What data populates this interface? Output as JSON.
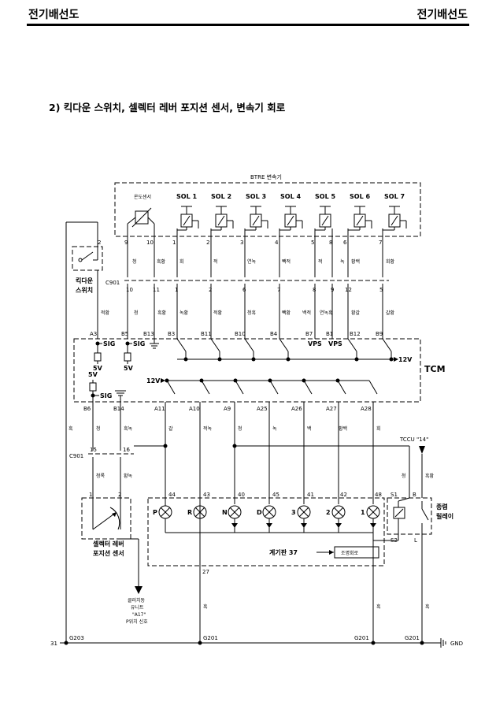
{
  "header": {
    "left": "전기배선도",
    "right": "전기배선도"
  },
  "section_title": "2) 킥다운 스위치, 셀렉터 레버 포지션 센서, 변속기 회로",
  "transmission": {
    "title": "BTRE 변속기",
    "temp_sensor": "온도센서",
    "solenoids": [
      "SOL 1",
      "SOL 2",
      "SOL 3",
      "SOL 4",
      "SOL 5",
      "SOL 6",
      "SOL 7"
    ],
    "pins": [
      "9",
      "10",
      "1",
      "2",
      "3",
      "4",
      "5",
      "8",
      "6",
      "7"
    ],
    "wire_colors": [
      "청",
      "흑황",
      "회",
      "적",
      "연녹",
      "빽적",
      "적",
      "녹",
      "황백",
      "회황"
    ]
  },
  "kickdown": {
    "label1": "킥다운",
    "label2": "스위치",
    "pin": "2"
  },
  "connector_c901": {
    "label": "C901",
    "pins": [
      "10",
      "11",
      "1",
      "2",
      "6",
      "7",
      "8",
      "9",
      "12",
      "5"
    ],
    "wire_colors": [
      "청",
      "흑황",
      "녹황",
      "적황",
      "청흑",
      "빽황",
      "백적",
      "연녹흑",
      "황갈",
      "갈황"
    ],
    "lower_label": "C901",
    "lower_pins": [
      "15",
      "16"
    ]
  },
  "tcm": {
    "label": "TCM",
    "top_pins": [
      "A3",
      "B5",
      "B13",
      "B3",
      "B11",
      "B10",
      "B4",
      "B7",
      "B1",
      "B12",
      "B9"
    ],
    "sig_labels": [
      "SIG",
      "SIG",
      "SIG"
    ],
    "volt": [
      "5V",
      "5V",
      "5V",
      "12V",
      "12V"
    ],
    "vps": [
      "VPS",
      "VPS"
    ],
    "bottom_pins": [
      "B6",
      "B14",
      "A11",
      "A10",
      "A9",
      "A25",
      "A26",
      "A27",
      "A28"
    ]
  },
  "bottom_wires": [
    "흑",
    "청",
    "흑녹",
    "갈",
    "적녹",
    "청",
    "녹",
    "백",
    "황백",
    "회"
  ],
  "selector_wires": [
    "청록",
    "황녹"
  ],
  "selector_pins": [
    "1",
    "2"
  ],
  "selector_label": [
    "셀렉터 레버",
    "포지션 센서"
  ],
  "cluster": {
    "pins": [
      "44",
      "43",
      "40",
      "45",
      "41",
      "42",
      "48"
    ],
    "lamps": [
      "P",
      "R",
      "N",
      "D",
      "3",
      "2",
      "1"
    ],
    "label": "계기판 37",
    "box": "조명회로",
    "ground_pin": "27"
  },
  "relay": {
    "tccu": "TCCU \"14\"",
    "pins": [
      "S1",
      "B",
      "S2",
      "L"
    ],
    "wires": [
      "청",
      "흑황"
    ],
    "label1": "종렴",
    "label2": "릴레이"
  },
  "abs_note": [
    "클러치동",
    "유니트",
    "\"A17\"",
    "P위치 신호"
  ],
  "ground": {
    "left_pin": "31",
    "labels": [
      "G203",
      "G201",
      "G201",
      "G201"
    ],
    "gnd": "GND",
    "wires": [
      "흑",
      "흑",
      "흑"
    ]
  }
}
